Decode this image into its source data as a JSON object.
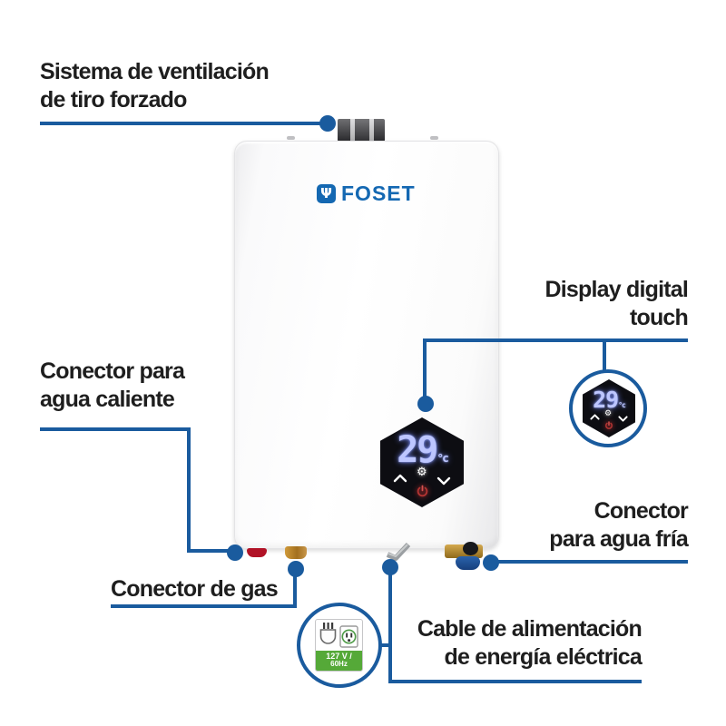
{
  "colors": {
    "accent_line": "#1a5b9e",
    "brand_blue": "#1468b2",
    "display_digit": "#bdc6ff",
    "power_red": "#c0393b",
    "badge_green": "#55a938",
    "label_text": "#1e1e1e"
  },
  "product": {
    "brand": "FOSET"
  },
  "display": {
    "value": "29",
    "unit": "°c"
  },
  "power_badge": {
    "voltage": "127 V /",
    "frequency": "60Hz"
  },
  "callouts": {
    "vent": {
      "line1": "Sistema de ventilación",
      "line2": "de tiro forzado"
    },
    "display_touch": {
      "line1": "Display digital",
      "line2": "touch"
    },
    "hot_water": {
      "line1": "Conector para",
      "line2": "agua caliente"
    },
    "cold_water": {
      "line1": "Conector",
      "line2": "para agua fría"
    },
    "gas": {
      "line1": "Conector de gas"
    },
    "power_cable": {
      "line1": "Cable de alimentación",
      "line2": "de energía eléctrica"
    }
  },
  "icons": {
    "gear": "⚙",
    "brand_mark": "Ψ"
  }
}
